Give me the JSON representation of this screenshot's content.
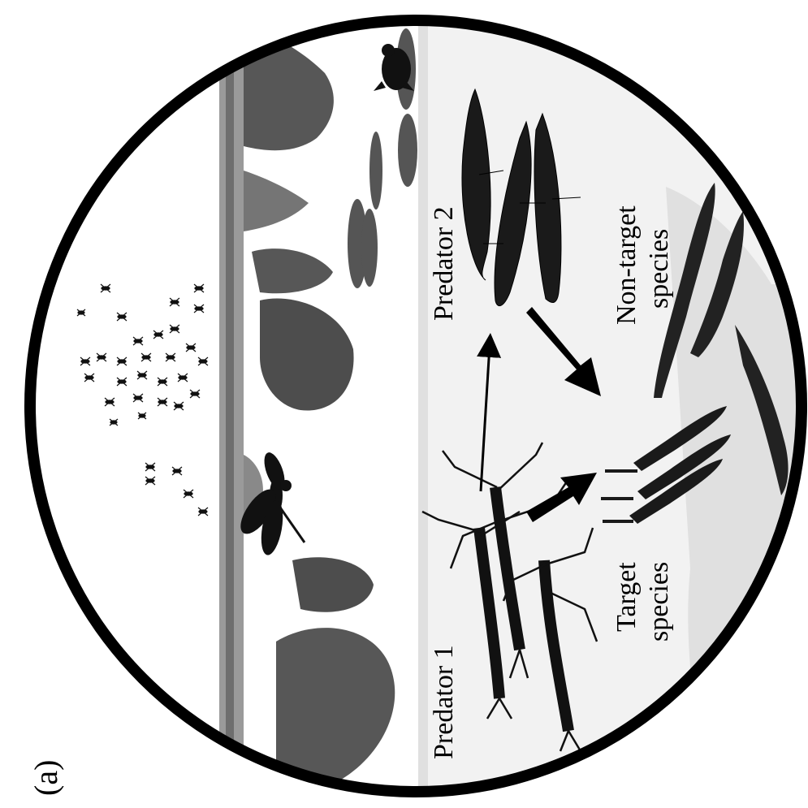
{
  "panel_label": "(a)",
  "labels": {
    "predator_1": "Predator 1",
    "predator_2": "Predator 2",
    "non_target": [
      "Non-target",
      "species"
    ],
    "target": [
      "Target",
      "species"
    ]
  },
  "colors": {
    "frame": "#000000",
    "sky": "#ffffff",
    "water": "#f2f2f2",
    "silhouette": "#111111",
    "lily_pad": "#555555",
    "vegetation": "#3a3a3a"
  },
  "icons": [
    "mosquito-swarm-icon",
    "dragonfly-icon",
    "frog-icon",
    "newt-icon",
    "dragonfly-nymph-icon",
    "mosquito-larva-icon",
    "aquatic-insect-larva-icon",
    "arrow-icon"
  ]
}
